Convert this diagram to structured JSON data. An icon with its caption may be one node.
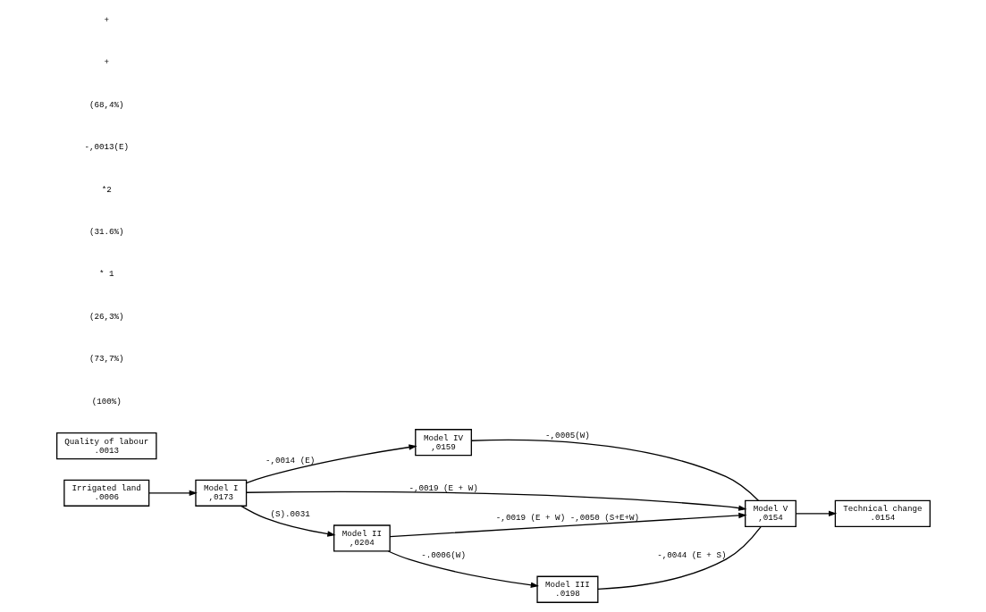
{
  "diagram": {
    "nodes": [
      {
        "text": [
          "Model I",
          ",0173"
        ]
      },
      {
        "text": [
          "Model IV",
          ",0159"
        ]
      },
      {
        "text": [
          "Model V",
          ",0154"
        ]
      },
      {
        "text": [
          "Model II",
          ",0204"
        ]
      },
      {
        "text": [
          "Model III",
          ".0198"
        ]
      },
      {
        "text": [
          "Irrigated land",
          ".0006"
        ]
      },
      {
        "text": [
          "Quality of labour",
          ".0013"
        ]
      },
      {
        "text": [
          "Technical change",
          ".0154"
        ]
      }
    ],
    "edges": [
      {
        "from": 0,
        "to": 2,
        "arrow": "to",
        "label": "-,0019 (E + W)"
      },
      {
        "from": 0,
        "to": 1,
        "arrow": "to",
        "label": "-,0014 (E)"
      },
      {
        "from": 1,
        "to": 2,
        "arrow": "none",
        "label": "-,0005(W)"
      },
      {
        "from": 0,
        "to": 3,
        "arrow": "to",
        "label": "(S).0031"
      },
      {
        "from": 3,
        "to": 2,
        "arrow": "to",
        "label": "-,0019 (E + W) -,0050 (S+E+W)"
      },
      {
        "from": 3,
        "to": 4,
        "arrow": "to",
        "label": "-.0006(W)"
      },
      {
        "from": 4,
        "to": 2,
        "arrow": "none",
        "label": "-,0044 (E + S)"
      },
      {
        "from": 2,
        "to": 7,
        "arrow": "to"
      },
      {
        "from": 5,
        "to": 0,
        "arrow": "to"
      }
    ],
    "labels": [
      "(100%)",
      "(73,7%)",
      "(26,3%)",
      "* 1",
      "(31.6%)",
      "*2",
      "-,0013(E)",
      "(68,4%)",
      "+",
      "+"
    ]
  }
}
